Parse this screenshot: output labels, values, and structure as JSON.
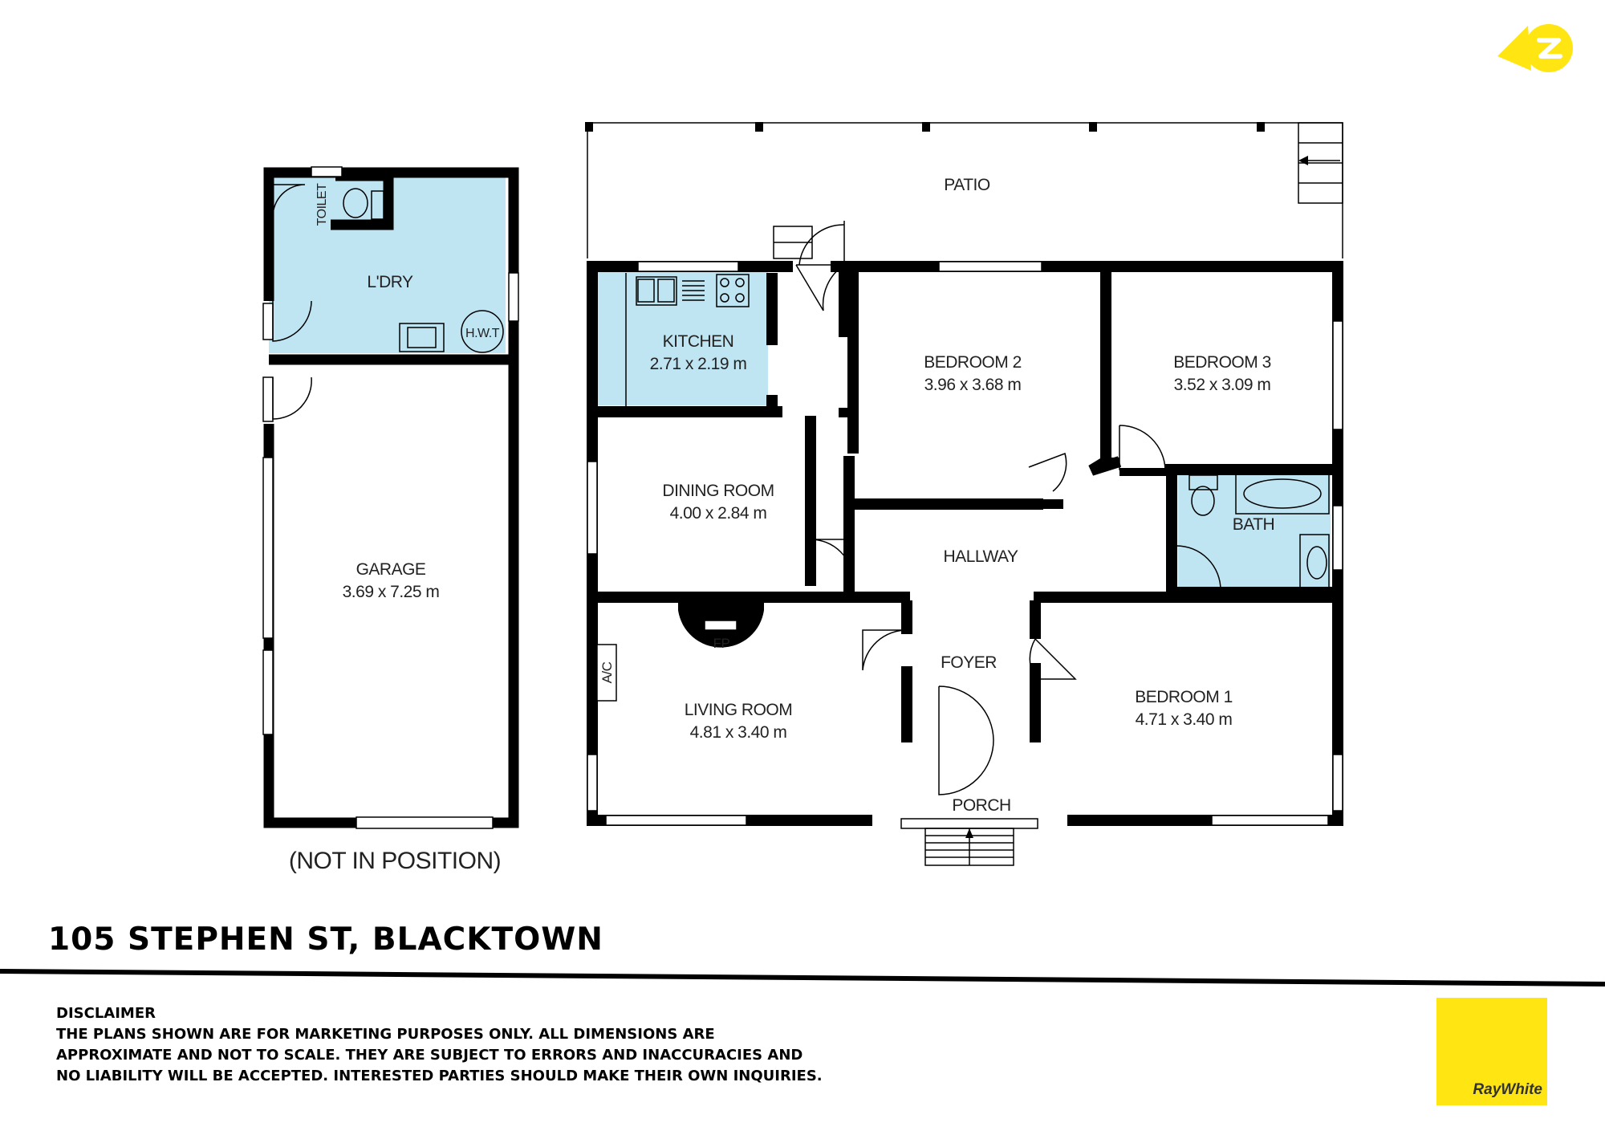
{
  "address": "105 STEPHEN ST, BLACKTOWN",
  "disclaimer": {
    "heading": "DISCLAIMER",
    "lines": [
      "THE PLANS SHOWN ARE FOR MARKETING PURPOSES ONLY. ALL DIMENSIONS ARE",
      "APPROXIMATE AND NOT TO SCALE. THEY ARE SUBJECT TO ERRORS AND INACCURACIES AND",
      "NO LIABILITY WILL BE ACCEPTED. INTERESTED PARTIES SHOULD MAKE THEIR OWN INQUIRIES."
    ]
  },
  "brand": {
    "name": "RayWhite",
    "color": "#ffe512"
  },
  "colors": {
    "wet_area": "#bfe4f2",
    "wall": "#000000"
  },
  "garage_note": "(NOT IN POSITION)",
  "rooms": {
    "patio": {
      "name": "PATIO",
      "size": ""
    },
    "kitchen": {
      "name": "KITCHEN",
      "size": "2.71 x 2.19 m"
    },
    "dining": {
      "name": "DINING ROOM",
      "size": "4.00 x 2.84 m"
    },
    "bedroom2": {
      "name": "BEDROOM 2",
      "size": "3.96 x 3.68 m"
    },
    "bedroom3": {
      "name": "BEDROOM 3",
      "size": "3.52 x 3.09 m"
    },
    "hallway": {
      "name": "HALLWAY",
      "size": ""
    },
    "bath": {
      "name": "BATH",
      "size": ""
    },
    "living": {
      "name": "LIVING ROOM",
      "size": "4.81 x 3.40 m"
    },
    "foyer": {
      "name": "FOYER",
      "size": ""
    },
    "bedroom1": {
      "name": "BEDROOM 1",
      "size": "4.71 x 3.40 m"
    },
    "porch": {
      "name": "PORCH",
      "size": ""
    },
    "laundry": {
      "name": "L'DRY",
      "size": ""
    },
    "toilet": {
      "name": "TOILET",
      "size": ""
    },
    "garage": {
      "name": "GARAGE",
      "size": "3.69 x 7.25 m"
    }
  },
  "fixtures": {
    "fireplace": "FP",
    "aircon": "A/C",
    "hot_water": "H.W.T"
  }
}
